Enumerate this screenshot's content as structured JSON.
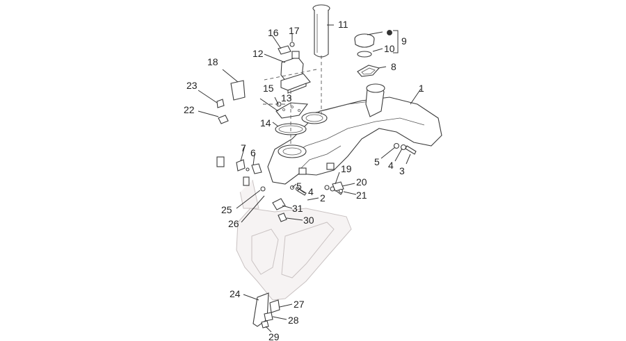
{
  "diagram": {
    "callouts": [
      {
        "id": "c1",
        "text": "1"
      },
      {
        "id": "c2",
        "text": "2"
      },
      {
        "id": "c3",
        "text": "3"
      },
      {
        "id": "c4a",
        "text": "4"
      },
      {
        "id": "c4b",
        "text": "4"
      },
      {
        "id": "c5a",
        "text": "5"
      },
      {
        "id": "c5b",
        "text": "5"
      },
      {
        "id": "c6",
        "text": "6"
      },
      {
        "id": "c7",
        "text": "7"
      },
      {
        "id": "c8",
        "text": "8"
      },
      {
        "id": "c9",
        "text": "9"
      },
      {
        "id": "c10",
        "text": "10"
      },
      {
        "id": "c11",
        "text": "11"
      },
      {
        "id": "c12",
        "text": "12"
      },
      {
        "id": "c13",
        "text": "13"
      },
      {
        "id": "c14",
        "text": "14"
      },
      {
        "id": "c15",
        "text": "15"
      },
      {
        "id": "c16",
        "text": "16"
      },
      {
        "id": "c17",
        "text": "17"
      },
      {
        "id": "c18",
        "text": "18"
      },
      {
        "id": "c19",
        "text": "19"
      },
      {
        "id": "c20",
        "text": "20"
      },
      {
        "id": "c21",
        "text": "21"
      },
      {
        "id": "c22",
        "text": "22"
      },
      {
        "id": "c23",
        "text": "23"
      },
      {
        "id": "c24",
        "text": "24"
      },
      {
        "id": "c25",
        "text": "25"
      },
      {
        "id": "c26",
        "text": "26"
      },
      {
        "id": "c27",
        "text": "27"
      },
      {
        "id": "c28",
        "text": "28"
      },
      {
        "id": "c29",
        "text": "29"
      },
      {
        "id": "c30",
        "text": "30"
      },
      {
        "id": "c31",
        "text": "31"
      }
    ]
  }
}
